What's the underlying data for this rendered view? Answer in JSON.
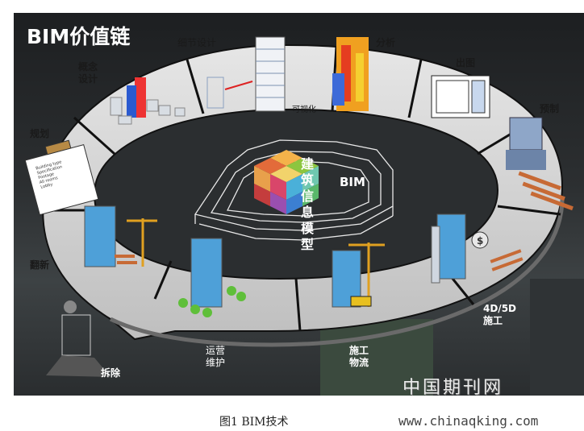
{
  "title": "BIM价值链",
  "core": {
    "chinese": "建筑信息模型",
    "english": "BIM"
  },
  "stages": {
    "concept": "概念设计",
    "detail": "细节设计",
    "visualize": "可视化",
    "analysis": "分析",
    "drawing": "出图",
    "prefab": "预制",
    "construction4d": "4D/5D施工",
    "logistics": "施工物流",
    "operation": "运营维护",
    "demolition": "拆除",
    "renovation": "翻新",
    "planning": "规划"
  },
  "clipboard_lines": [
    "Building type",
    "Specification",
    "Footage",
    "All rooms",
    "Lobby"
  ],
  "watermark": "中国期刊网",
  "caption": "图1 BIM技术",
  "url": "www.chinaqking.com"
}
